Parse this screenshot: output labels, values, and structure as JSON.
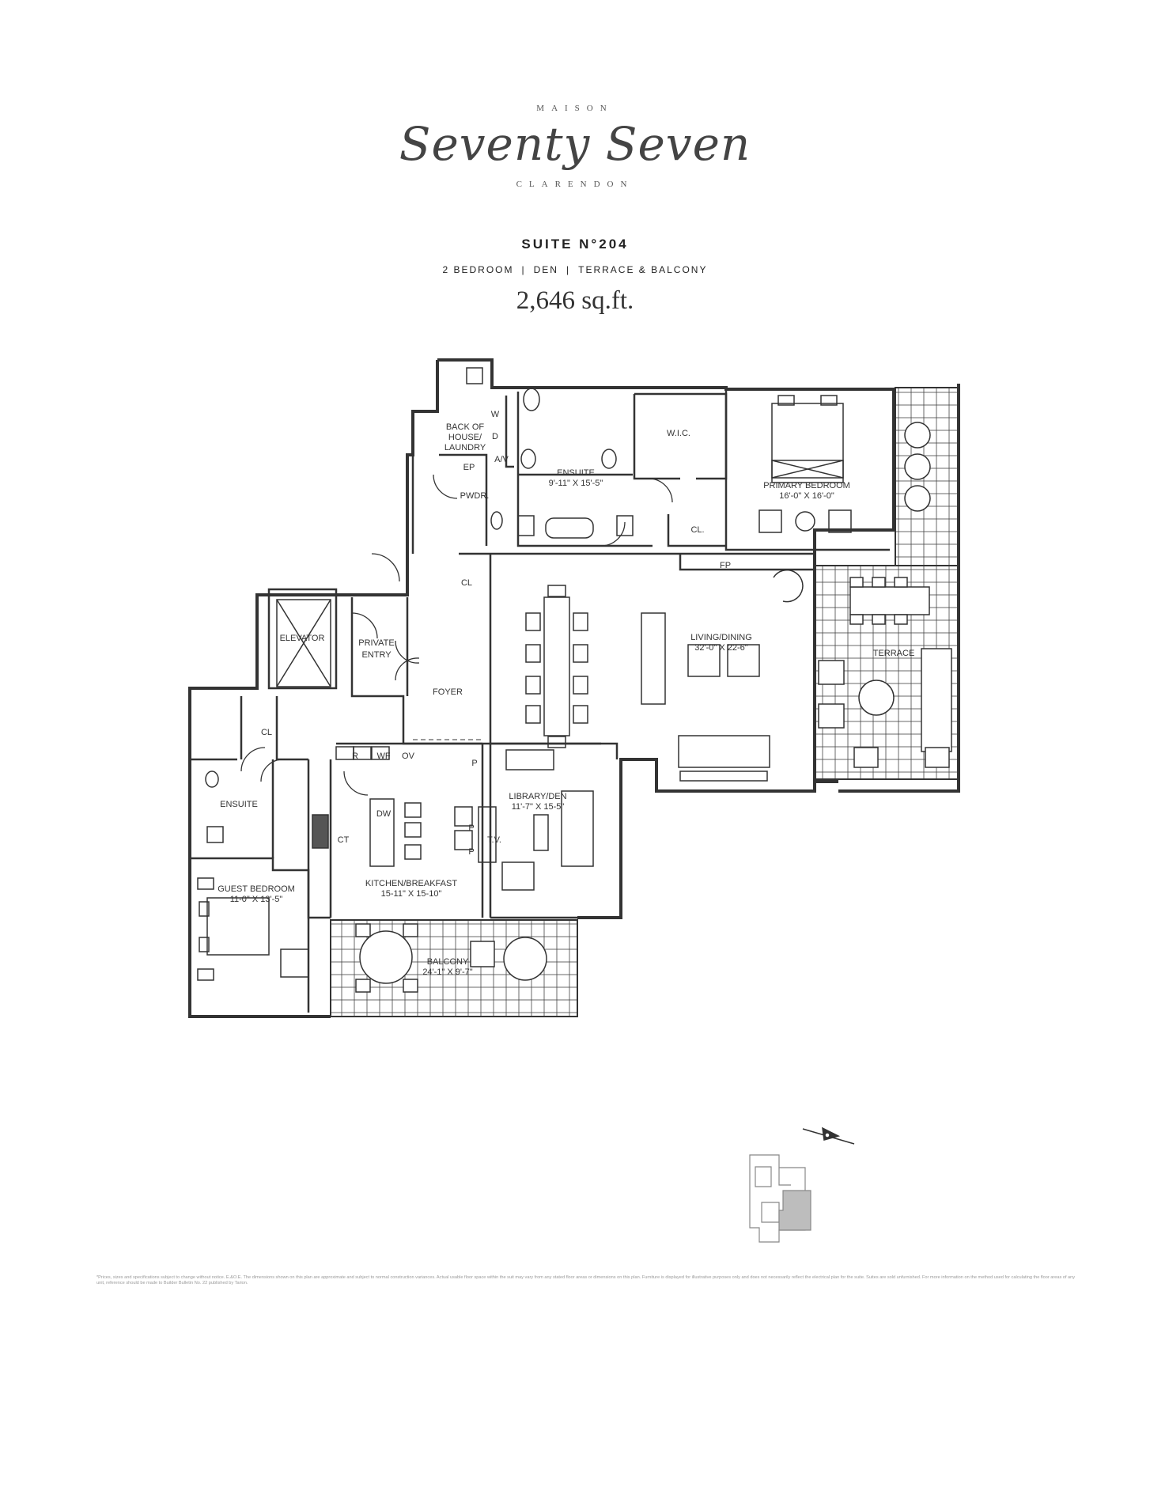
{
  "brand": {
    "top": "MAISON",
    "script": "Seventy Seven",
    "bottom": "CLARENDON"
  },
  "suite": {
    "title": "SUITE N°204",
    "features": [
      "2 BEDROOM",
      "DEN",
      "TERRACE & BALCONY"
    ],
    "area": "2,646 sq.ft."
  },
  "rooms": {
    "back_of_house": [
      "BACK OF",
      "HOUSE/",
      "LAUNDRY"
    ],
    "washer": "W",
    "dryer": "D",
    "av": "A/V",
    "ep": "EP",
    "pwdr": "PWDR.",
    "ensuite_main": "ENSUITE",
    "ensuite_main_dim": "9'-11\" X 15'-5\"",
    "wic": "W.I.C.",
    "primary_bedroom": "PRIMARY BEDROOM",
    "primary_bedroom_dim": "16'-0\" X 16'-0\"",
    "cl_primary": "CL.",
    "fp": "FP",
    "cl_entry": "CL",
    "elevator": "ELEVATOR",
    "private_entry": [
      "PRIVATE",
      "ENTRY"
    ],
    "foyer": "FOYER",
    "living_dining": "LIVING/DINING",
    "living_dining_dim": "32'-0\" X 22-6\"",
    "terrace": "TERRACE",
    "cl_guest": "CL",
    "ensuite_guest": "ENSUITE",
    "fridge": "R",
    "wf": "WF",
    "ov": "OV",
    "pantry": "P",
    "dw": "DW",
    "ct": "CT",
    "kitchen": "KITCHEN/BREAKFAST",
    "kitchen_dim": "15-11\" X 15-10\"",
    "library": "LIBRARY/DEN",
    "library_dim": "11'-7\" X 15-5\"",
    "tv": "T.V.",
    "guest_bedroom": "GUEST BEDROOM",
    "guest_bedroom_dim": "11-0\" X 13'-5\"",
    "balcony": "BALCONY",
    "balcony_dim": "24'-1\" X 9'-7\""
  },
  "disclaimer": "*Prices, sizes and specifications subject to change without notice. E.&O.E. The dimensions shown on this plan are approximate and subject to normal construction variances. Actual usable floor space within the suit may vary from any stated floor areas or dimensions on this plan. Furniture is displayed for illustrative purposes only and does not necessarily reflect the electrical plan for the suite. Suites are sold unfurnished. For more information on the method used for calculating the floor areas of any unit, reference should be made to Builder Bulletin No. 22 published by Tarion.",
  "colors": {
    "line": "#333333",
    "highlight": "#bdbdbd",
    "keyplan": "#9a9a9a"
  },
  "icons": [
    "north-arrow-icon",
    "keyplan-icon"
  ]
}
